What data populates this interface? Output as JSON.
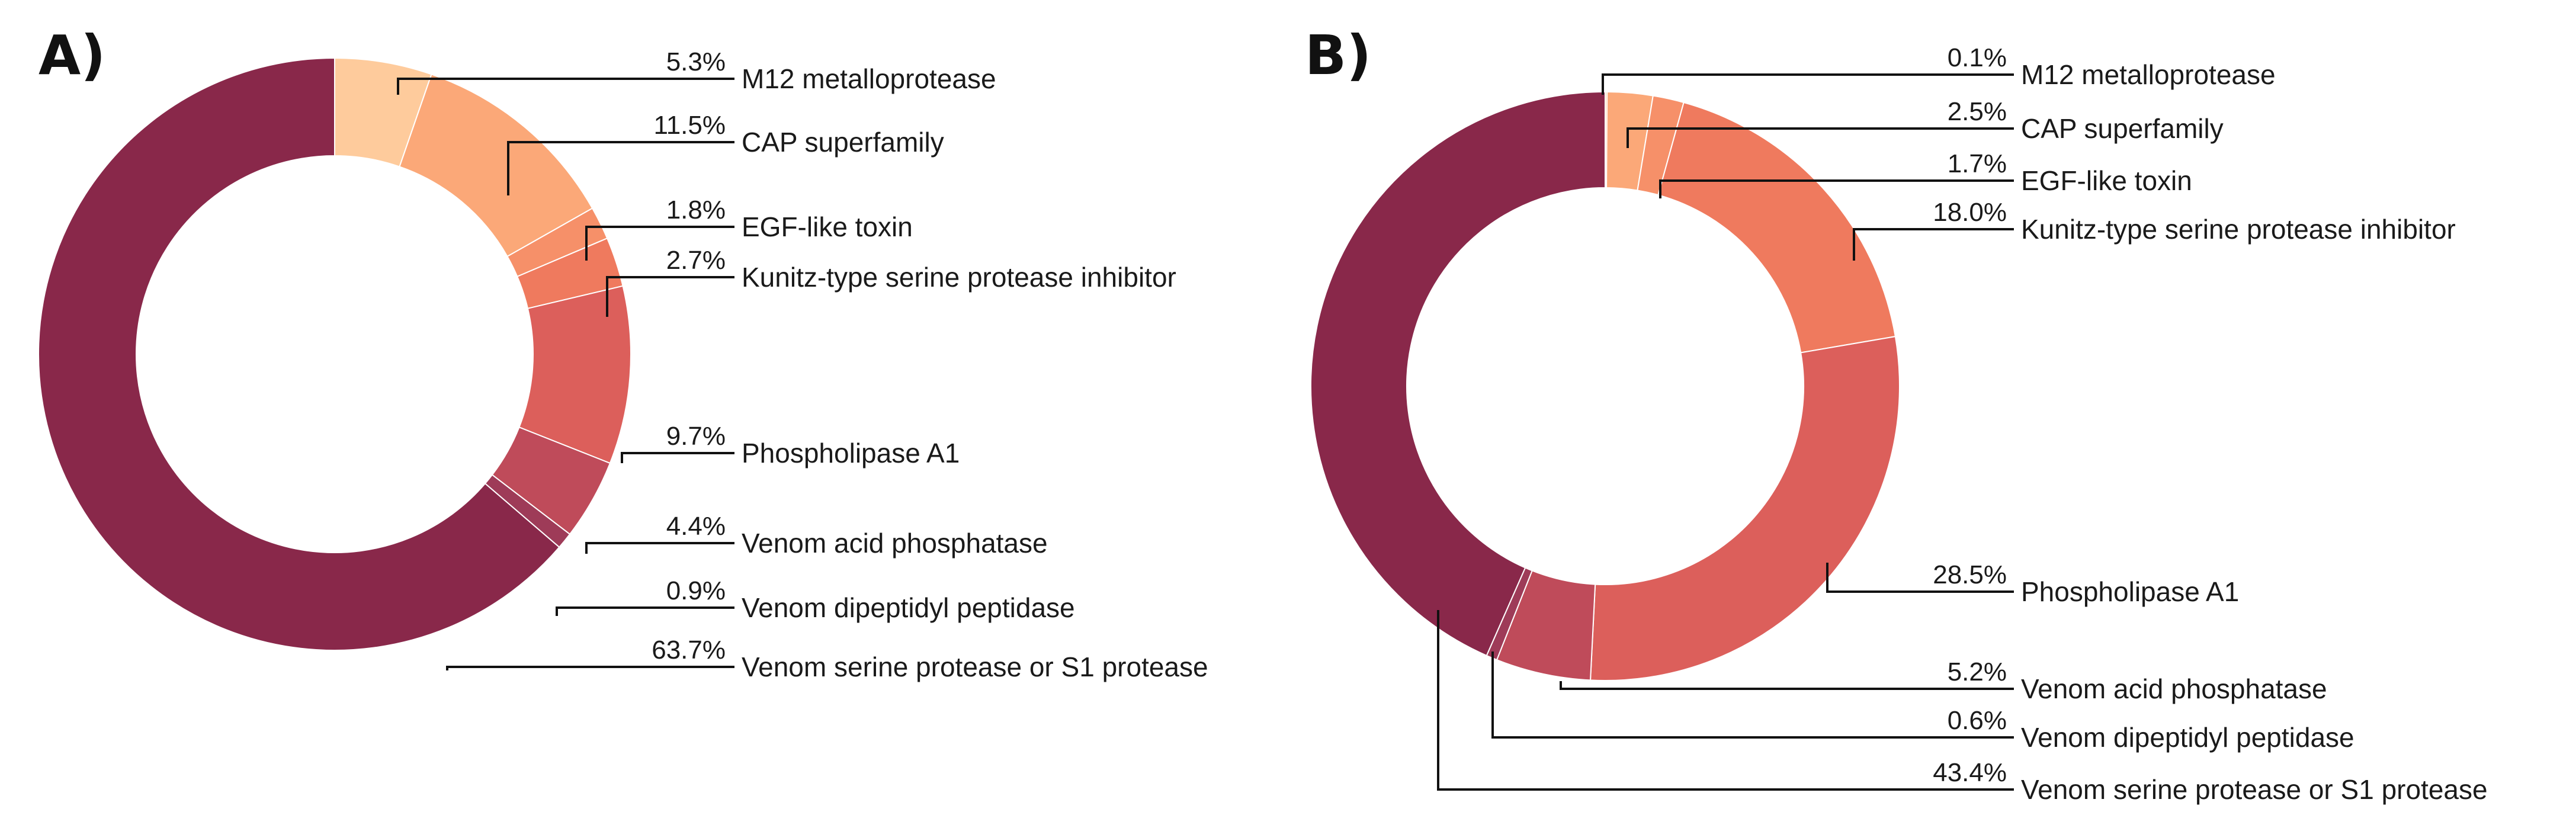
{
  "chart_data": [
    {
      "type": "pie",
      "panel": "A)",
      "categories": [
        "M12 metalloprotease",
        "CAP superfamily",
        "EGF-like toxin",
        "Kunitz-type serine protease inhibitor",
        "Phospholipase A1",
        "Venom acid phosphatase",
        "Venom dipeptidyl peptidase",
        "Venom serine protease or S1 protease"
      ],
      "values": [
        5.3,
        11.5,
        1.8,
        2.7,
        9.7,
        4.4,
        0.9,
        63.7
      ],
      "value_labels": [
        "5.3%",
        "11.5%",
        "1.8%",
        "2.7%",
        "9.7%",
        "4.4%",
        "0.9%",
        "63.7%"
      ],
      "colors": [
        "#FECB9C",
        "#FBA878",
        "#F69069",
        "#EF7A5E",
        "#DC5F5B",
        "#BF4B5A",
        "#9E3B58",
        "#89284A"
      ],
      "donut": true
    },
    {
      "type": "pie",
      "panel": "B)",
      "categories": [
        "M12 metalloprotease",
        "CAP superfamily",
        "EGF-like toxin",
        "Kunitz-type serine protease inhibitor",
        "Phospholipase A1",
        "Venom acid phosphatase",
        "Venom dipeptidyl peptidase",
        "Venom serine protease or S1 protease"
      ],
      "values": [
        0.1,
        2.5,
        1.7,
        18.0,
        28.5,
        5.2,
        0.6,
        43.4
      ],
      "value_labels": [
        "0.1%",
        "2.5%",
        "1.7%",
        "18.0%",
        "28.5%",
        "5.2%",
        "0.6%",
        "43.4%"
      ],
      "colors": [
        "#FECB9C",
        "#FBA878",
        "#F69069",
        "#EF7A5E",
        "#DC5F5B",
        "#BF4B5A",
        "#9E3B58",
        "#89284A"
      ],
      "donut": true
    }
  ]
}
